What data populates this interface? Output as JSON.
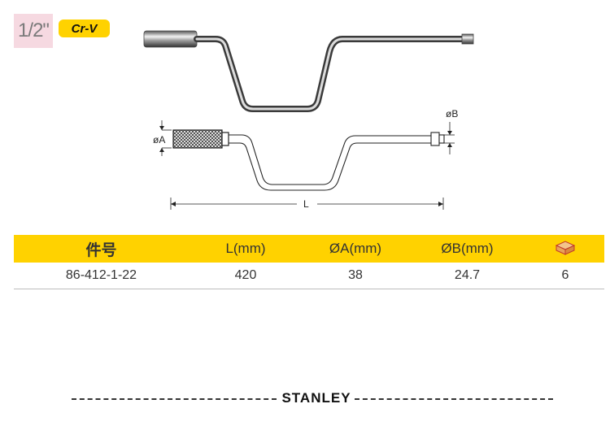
{
  "header": {
    "size": "1/2\"",
    "material": "Cr-V"
  },
  "drawing": {
    "dim_a": "øA",
    "dim_b": "øB",
    "dim_l": "L"
  },
  "table": {
    "headers": {
      "part_no": "件号",
      "length": "L(mm)",
      "dia_a": "ØA(mm)",
      "dia_b": "ØB(mm)",
      "pack_icon": "box-icon"
    },
    "rows": [
      {
        "part_no": "86-412-1-22",
        "length": "420",
        "dia_a": "38",
        "dia_b": "24.7",
        "pack": "6"
      }
    ]
  },
  "footer": {
    "brand": "STANLEY"
  },
  "colors": {
    "accent": "#ffd200",
    "badge_bg": "#f6d9e1"
  }
}
